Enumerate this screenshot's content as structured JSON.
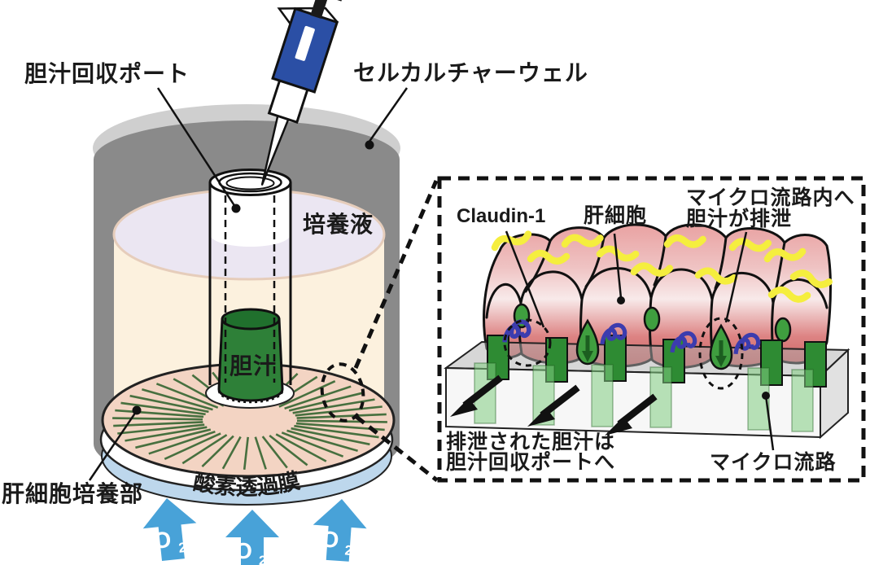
{
  "labels": {
    "bile_collection_port": "胆汁回収ポート",
    "cell_culture_well": "セルカルチャーウェル",
    "culture_medium": "培養液",
    "bile": "胆汁",
    "hepatocyte_culture_area": "肝細胞培養部",
    "oxygen_permeable_membrane": "酸素透過膜",
    "o2_symbol": "O",
    "o2_subscript": "2"
  },
  "inset": {
    "claudin_label": "Claudin-1",
    "hepatocyte_label": "肝細胞",
    "bile_excretion_label_line1": "マイクロ流路内へ",
    "bile_excretion_label_line2": "胆汁が排泄",
    "excreted_bile_note_line1": "排泄された胆汁は",
    "excreted_bile_note_line2": "胆汁回収ポートへ",
    "microchannel_label": "マイクロ流路"
  },
  "colors": {
    "well_wall": "#8a8a8a",
    "well_rim": "#cfcfcf",
    "culture_medium_body": "#fcf1de",
    "culture_medium_surface": "#ebe6f2",
    "medium_label_red": "#c23a55",
    "disk_pink": "#f3d4c3",
    "microchannel_green": "#47703f",
    "bile_green": "#2e8038",
    "bile_green_dark": "#20702d",
    "membrane_blue": "#bdd7ec",
    "o2_arrow_blue": "#48a2d8",
    "pipette_blue": "#2b4fa5",
    "canaliculi_yellow": "#f5ee3e",
    "claudin_green": "#3f9e3f",
    "tight_junction_blue": "#3c3cae"
  }
}
